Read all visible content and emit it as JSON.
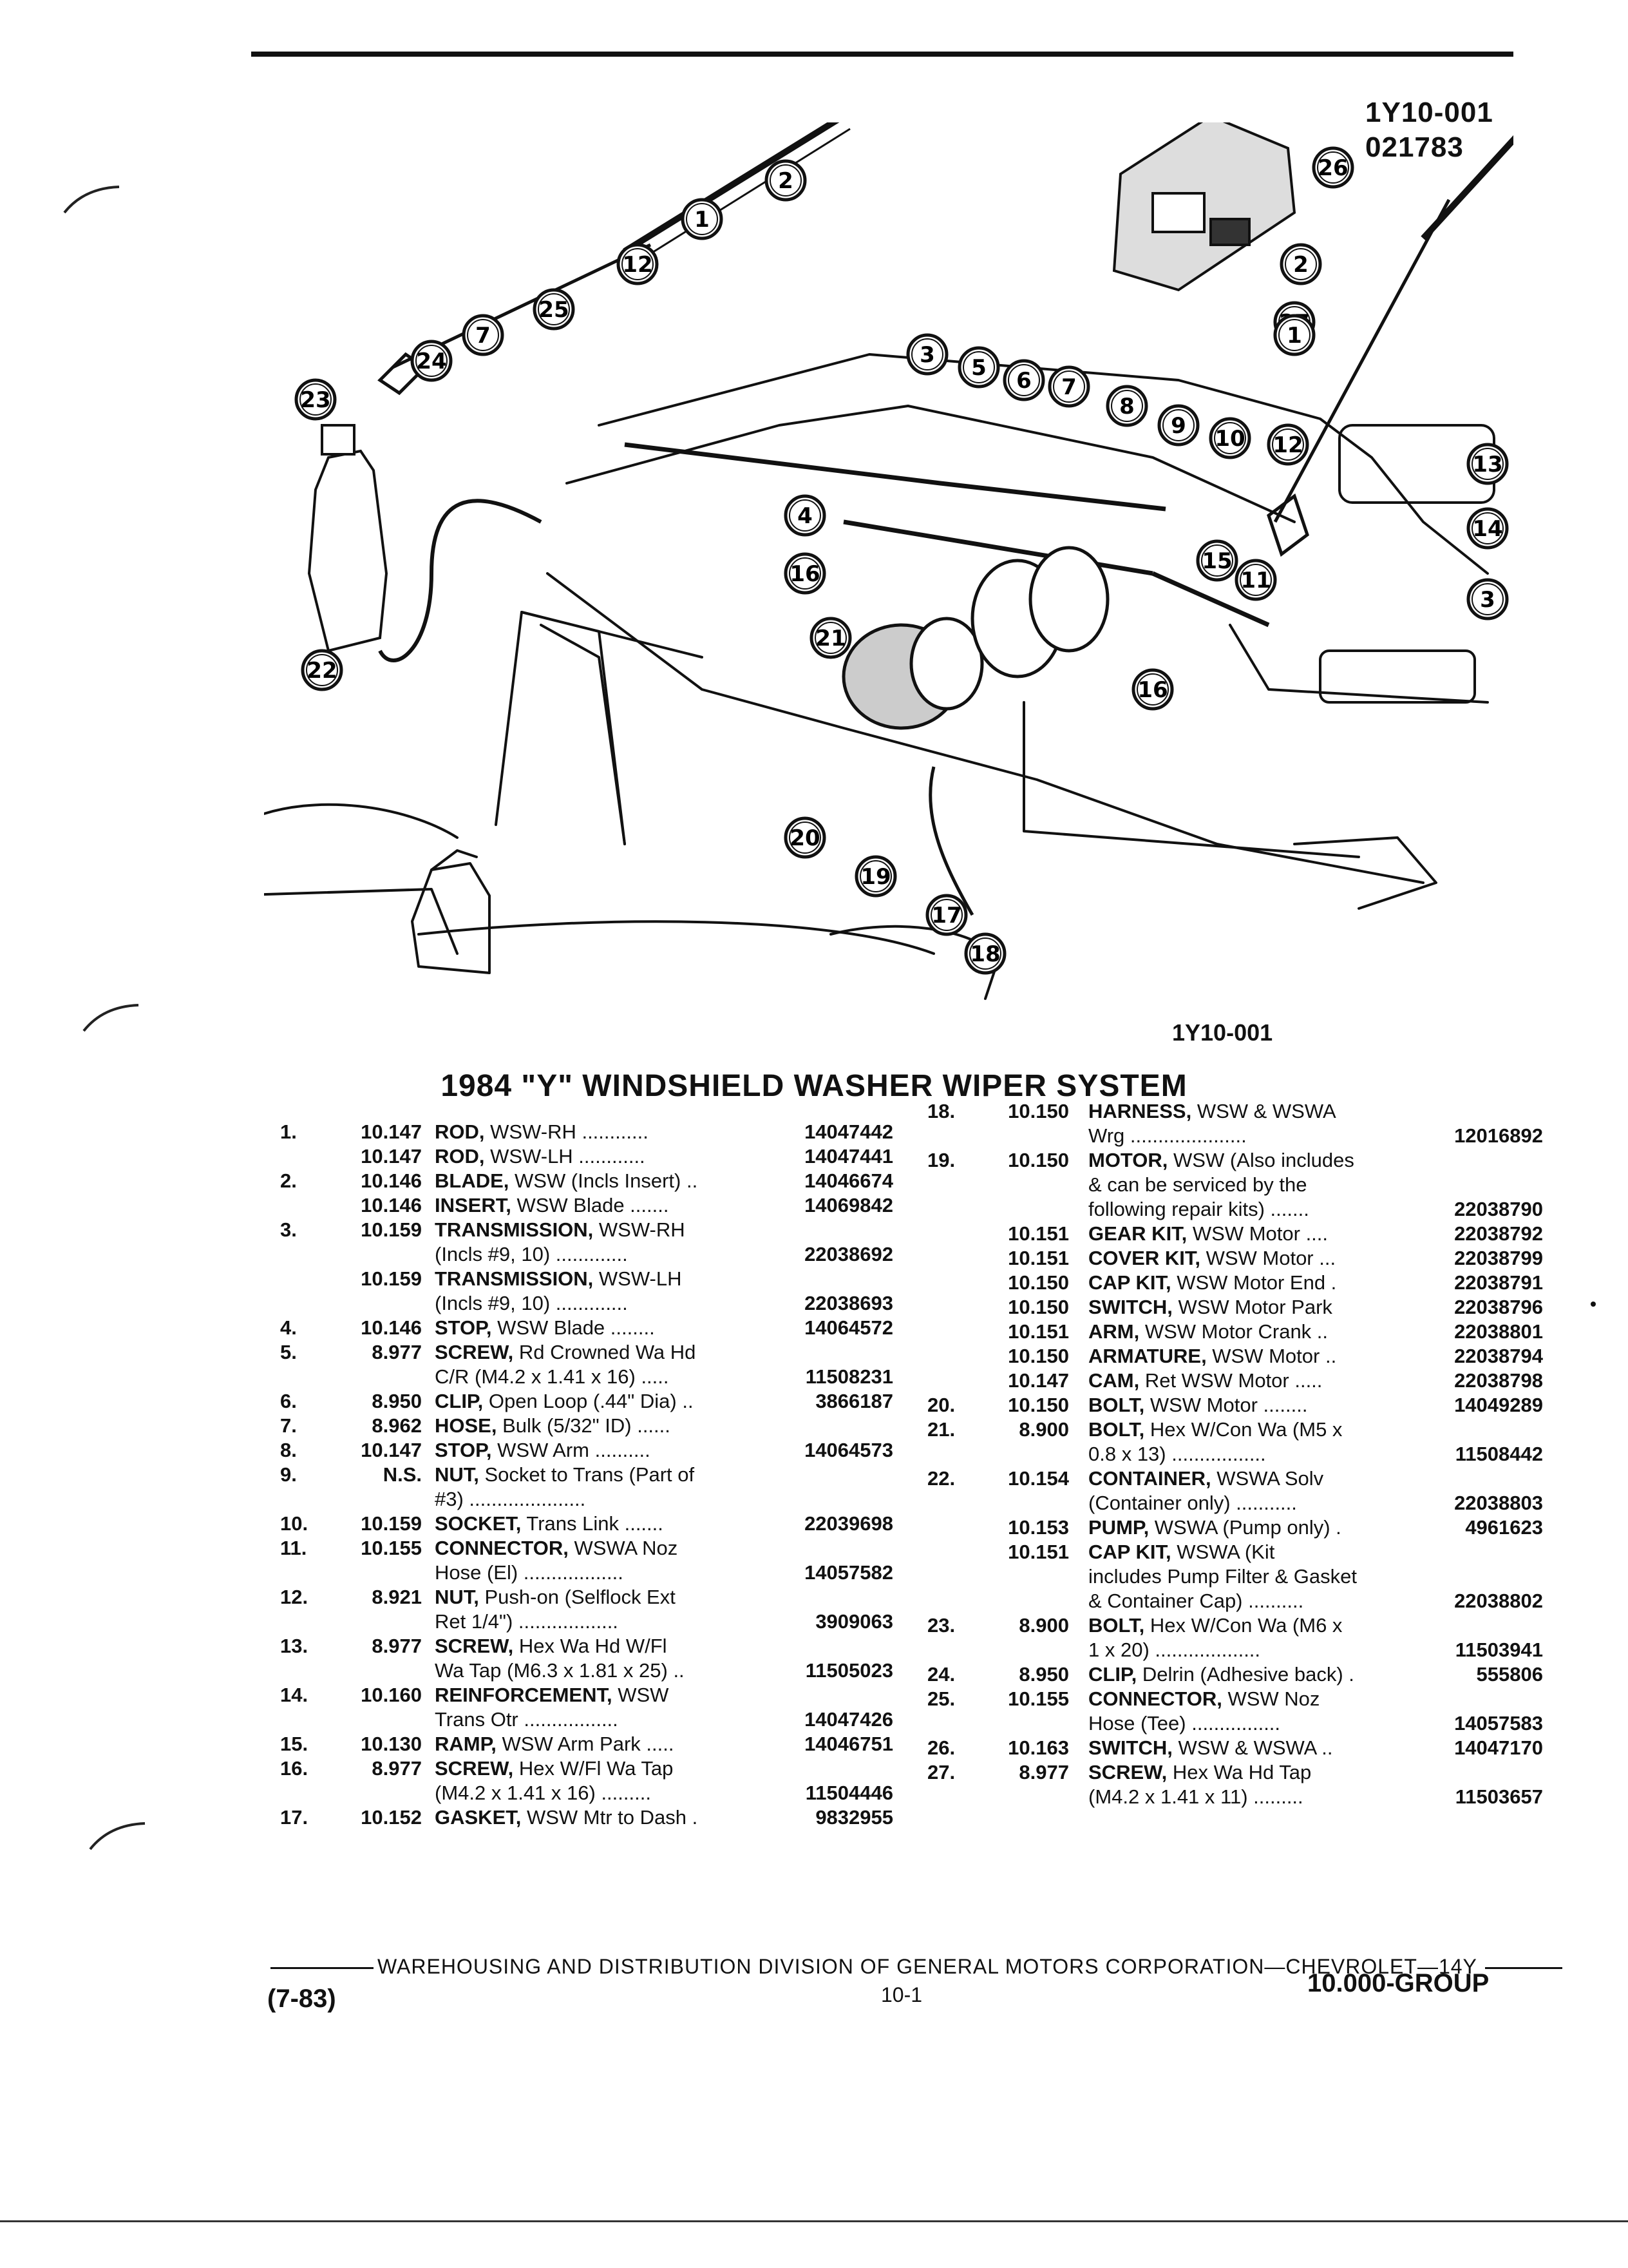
{
  "header": {
    "ref_code": "1Y10-001",
    "date_code": "021783"
  },
  "diagram": {
    "caption": "1Y10-001",
    "callouts": [
      "1",
      "2",
      "3",
      "4",
      "5",
      "6",
      "7",
      "8",
      "9",
      "10",
      "11",
      "12",
      "13",
      "14",
      "15",
      "16",
      "17",
      "18",
      "19",
      "20",
      "21",
      "22",
      "23",
      "24",
      "25",
      "26",
      "27"
    ]
  },
  "title": "1984 \"Y\" WINDSHIELD WASHER WIPER SYSTEM",
  "parts_left": [
    {
      "no": "1.",
      "group": "10.147",
      "desc_bold": "ROD,",
      "desc": " WSW-RH ............",
      "part": "14047442"
    },
    {
      "no": "",
      "group": "10.147",
      "desc_bold": "ROD,",
      "desc": " WSW-LH ............",
      "part": "14047441"
    },
    {
      "no": "2.",
      "group": "10.146",
      "desc_bold": "BLADE,",
      "desc": " WSW (Incls Insert) ..",
      "part": "14046674"
    },
    {
      "no": "",
      "group": "10.146",
      "desc_bold": "INSERT,",
      "desc": " WSW Blade .......",
      "part": "14069842"
    },
    {
      "no": "3.",
      "group": "10.159",
      "desc_bold": "TRANSMISSION,",
      "desc": " WSW-RH",
      "part": ""
    },
    {
      "no": "",
      "group": "",
      "desc_bold": "",
      "desc": "(Incls #9, 10) .............",
      "part": "22038692"
    },
    {
      "no": "",
      "group": "10.159",
      "desc_bold": "TRANSMISSION,",
      "desc": " WSW-LH",
      "part": ""
    },
    {
      "no": "",
      "group": "",
      "desc_bold": "",
      "desc": "(Incls #9, 10) .............",
      "part": "22038693"
    },
    {
      "no": "4.",
      "group": "10.146",
      "desc_bold": "STOP,",
      "desc": " WSW Blade ........",
      "part": "14064572"
    },
    {
      "no": "5.",
      "group": "8.977",
      "desc_bold": "SCREW,",
      "desc": " Rd Crowned Wa Hd",
      "part": ""
    },
    {
      "no": "",
      "group": "",
      "desc_bold": "",
      "desc": "C/R (M4.2 x 1.41 x 16) .....",
      "part": "11508231"
    },
    {
      "no": "6.",
      "group": "8.950",
      "desc_bold": "CLIP,",
      "desc": " Open Loop (.44\" Dia) ..",
      "part": "3866187"
    },
    {
      "no": "7.",
      "group": "8.962",
      "desc_bold": "HOSE,",
      "desc": " Bulk (5/32\" ID) ......",
      "part": ""
    },
    {
      "no": "8.",
      "group": "10.147",
      "desc_bold": "STOP,",
      "desc": " WSW Arm ..........",
      "part": "14064573"
    },
    {
      "no": "9.",
      "group": "N.S.",
      "desc_bold": "NUT,",
      "desc": " Socket to Trans (Part of",
      "part": ""
    },
    {
      "no": "",
      "group": "",
      "desc_bold": "",
      "desc": "#3) .....................",
      "part": ""
    },
    {
      "no": "10.",
      "group": "10.159",
      "desc_bold": "SOCKET,",
      "desc": " Trans Link .......",
      "part": "22039698"
    },
    {
      "no": "11.",
      "group": "10.155",
      "desc_bold": "CONNECTOR,",
      "desc": " WSWA Noz",
      "part": ""
    },
    {
      "no": "",
      "group": "",
      "desc_bold": "",
      "desc": "Hose (El) ..................",
      "part": "14057582"
    },
    {
      "no": "12.",
      "group": "8.921",
      "desc_bold": "NUT,",
      "desc": " Push-on (Selflock Ext",
      "part": ""
    },
    {
      "no": "",
      "group": "",
      "desc_bold": "",
      "desc": "Ret 1/4\") ..................",
      "part": "3909063"
    },
    {
      "no": "13.",
      "group": "8.977",
      "desc_bold": "SCREW,",
      "desc": " Hex Wa Hd W/Fl",
      "part": ""
    },
    {
      "no": "",
      "group": "",
      "desc_bold": "",
      "desc": "Wa Tap (M6.3 x 1.81 x 25) ..",
      "part": "11505023"
    },
    {
      "no": "14.",
      "group": "10.160",
      "desc_bold": "REINFORCEMENT,",
      "desc": " WSW",
      "part": ""
    },
    {
      "no": "",
      "group": "",
      "desc_bold": "",
      "desc": "Trans Otr .................",
      "part": "14047426"
    },
    {
      "no": "15.",
      "group": "10.130",
      "desc_bold": "RAMP,",
      "desc": " WSW Arm Park .....",
      "part": "14046751"
    },
    {
      "no": "16.",
      "group": "8.977",
      "desc_bold": "SCREW,",
      "desc": " Hex W/Fl Wa Tap",
      "part": ""
    },
    {
      "no": "",
      "group": "",
      "desc_bold": "",
      "desc": "(M4.2 x 1.41 x 16) .........",
      "part": "11504446"
    },
    {
      "no": "17.",
      "group": "10.152",
      "desc_bold": "GASKET,",
      "desc": " WSW Mtr to Dash .",
      "part": "9832955"
    }
  ],
  "parts_right": [
    {
      "no": "18.",
      "group": "10.150",
      "desc_bold": "HARNESS,",
      "desc": " WSW & WSWA",
      "part": ""
    },
    {
      "no": "",
      "group": "",
      "desc_bold": "",
      "desc": "Wrg .....................",
      "part": "12016892"
    },
    {
      "no": "19.",
      "group": "10.150",
      "desc_bold": "MOTOR,",
      "desc": " WSW (Also includes",
      "part": ""
    },
    {
      "no": "",
      "group": "",
      "desc_bold": "",
      "desc": "& can be serviced by the",
      "part": ""
    },
    {
      "no": "",
      "group": "",
      "desc_bold": "",
      "desc": "following repair kits) .......",
      "part": "22038790"
    },
    {
      "no": "",
      "group": "10.151",
      "desc_bold": "GEAR KIT,",
      "desc": " WSW Motor ....",
      "part": "22038792"
    },
    {
      "no": "",
      "group": "10.151",
      "desc_bold": "COVER KIT,",
      "desc": " WSW Motor ...",
      "part": "22038799"
    },
    {
      "no": "",
      "group": "10.150",
      "desc_bold": "CAP KIT,",
      "desc": " WSW Motor End .",
      "part": "22038791"
    },
    {
      "no": "",
      "group": "10.150",
      "desc_bold": "SWITCH,",
      "desc": " WSW Motor Park",
      "part": "22038796"
    },
    {
      "no": "",
      "group": "10.151",
      "desc_bold": "ARM,",
      "desc": " WSW Motor Crank ..",
      "part": "22038801"
    },
    {
      "no": "",
      "group": "10.150",
      "desc_bold": "ARMATURE,",
      "desc": " WSW Motor ..",
      "part": "22038794"
    },
    {
      "no": "",
      "group": "10.147",
      "desc_bold": "CAM,",
      "desc": " Ret WSW Motor .....",
      "part": "22038798"
    },
    {
      "no": "20.",
      "group": "10.150",
      "desc_bold": "BOLT,",
      "desc": " WSW Motor ........",
      "part": "14049289"
    },
    {
      "no": "21.",
      "group": "8.900",
      "desc_bold": "BOLT,",
      "desc": " Hex W/Con Wa (M5 x",
      "part": ""
    },
    {
      "no": "",
      "group": "",
      "desc_bold": "",
      "desc": "0.8 x 13) .................",
      "part": "11508442"
    },
    {
      "no": "22.",
      "group": "10.154",
      "desc_bold": "CONTAINER,",
      "desc": " WSWA Solv",
      "part": ""
    },
    {
      "no": "",
      "group": "",
      "desc_bold": "",
      "desc": "(Container only) ...........",
      "part": "22038803"
    },
    {
      "no": "",
      "group": "10.153",
      "desc_bold": "PUMP,",
      "desc": " WSWA (Pump only) .",
      "part": "4961623"
    },
    {
      "no": "",
      "group": "10.151",
      "desc_bold": "CAP KIT,",
      "desc": " WSWA (Kit",
      "part": ""
    },
    {
      "no": "",
      "group": "",
      "desc_bold": "",
      "desc": "includes Pump Filter & Gasket",
      "part": ""
    },
    {
      "no": "",
      "group": "",
      "desc_bold": "",
      "desc": "& Container Cap) ..........",
      "part": "22038802"
    },
    {
      "no": "23.",
      "group": "8.900",
      "desc_bold": "BOLT,",
      "desc": " Hex W/Con Wa (M6 x",
      "part": ""
    },
    {
      "no": "",
      "group": "",
      "desc_bold": "",
      "desc": "1 x 20) ...................",
      "part": "11503941"
    },
    {
      "no": "24.",
      "group": "8.950",
      "desc_bold": "CLIP,",
      "desc": " Delrin (Adhesive back) .",
      "part": "555806"
    },
    {
      "no": "25.",
      "group": "10.155",
      "desc_bold": "CONNECTOR,",
      "desc": " WSW Noz",
      "part": ""
    },
    {
      "no": "",
      "group": "",
      "desc_bold": "",
      "desc": "Hose (Tee) ................",
      "part": "14057583"
    },
    {
      "no": "26.",
      "group": "10.163",
      "desc_bold": "SWITCH,",
      "desc": " WSW & WSWA ..",
      "part": "14047170"
    },
    {
      "no": "27.",
      "group": "8.977",
      "desc_bold": "SCREW,",
      "desc": " Hex Wa Hd Tap",
      "part": ""
    },
    {
      "no": "",
      "group": "",
      "desc_bold": "",
      "desc": "(M4.2 x 1.41 x 11) .........",
      "part": "11503657"
    }
  ],
  "footer": {
    "division": "WAREHOUSING AND DISTRIBUTION DIVISION OF GENERAL MOTORS CORPORATION—CHEVROLET—14Y",
    "date": "(7-83)",
    "page": "10-1",
    "group": "10.000-GROUP"
  }
}
